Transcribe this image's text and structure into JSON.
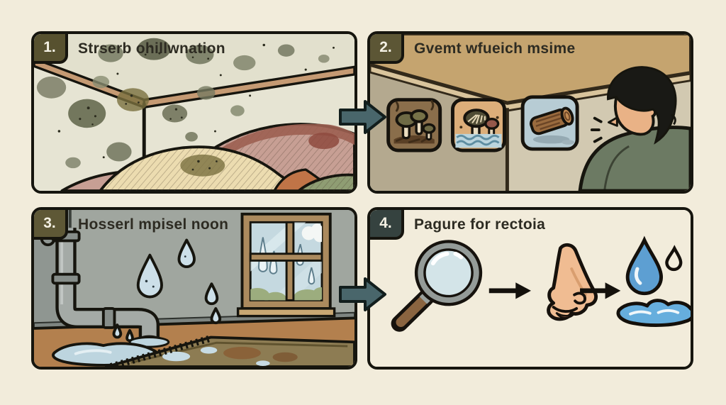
{
  "page": {
    "background_color": "#f2ecdb",
    "type": "four-step mold infographic illustration",
    "step_count": 4
  },
  "arrows": {
    "panel1_to_panel2": {
      "direction": "right",
      "color": "#49666b"
    },
    "panel3_to_panel4": {
      "direction": "right",
      "color": "#49666b"
    }
  },
  "panels": [
    {
      "number": "1.",
      "title": "Strserb ohillwnation",
      "badge_color": "#57512f",
      "scene": "moldy ceiling corner with speckled mold blobs and mold-stained striped bedding",
      "colors": {
        "wall": "#e6e4d3",
        "trim": "#c59a73",
        "mold": "#6a6e52",
        "blanket_cream": "#ecdcb0",
        "blanket_pink": "#c79f94",
        "blanket_green": "#8f9d73"
      }
    },
    {
      "number": "2.",
      "title": "Gvemt wfueich msime",
      "badge_color": "#5c5635",
      "scene": "room corner with three cause icons and a person sniffing",
      "icons": [
        "mushrooms-on-soil-icon",
        "mushroom-in-water-icon",
        "wood-log-icon"
      ],
      "colors": {
        "ceiling": "#c5a46f",
        "left_wall": "#b4a98f",
        "right_wall": "#d2c9b1",
        "shirt": "#6c7a63",
        "skin": "#e9b286",
        "hair": "#191915"
      }
    },
    {
      "number": "3.",
      "title": "Hosserl mpisel noon",
      "badge_color": "#5e5836",
      "scene": "leaking pipe, floating water drops, condensation window and stained rug",
      "colors": {
        "wall": "#a0a69f",
        "floor": "#b3804e",
        "pipe": "#a4aaa6",
        "water": "#bdd5df",
        "window_frame": "#ab8a5e",
        "glass": "#c5d9e0",
        "rug": "#8d7c53"
      }
    },
    {
      "number": "4.",
      "title": "Pagure for rectoia",
      "badge_color": "#35423f",
      "scene": "inspection sequence: magnifying glass, then nose, then water drop",
      "icons": [
        "magnifier-icon",
        "nose-icon",
        "water-drop-icon"
      ],
      "colors": {
        "background": "#f2ecdb",
        "lens": "#d3e4e8",
        "handle": "#8a6440",
        "skin": "#f0bc92",
        "drop_blue": "#5d9fd2"
      }
    }
  ]
}
